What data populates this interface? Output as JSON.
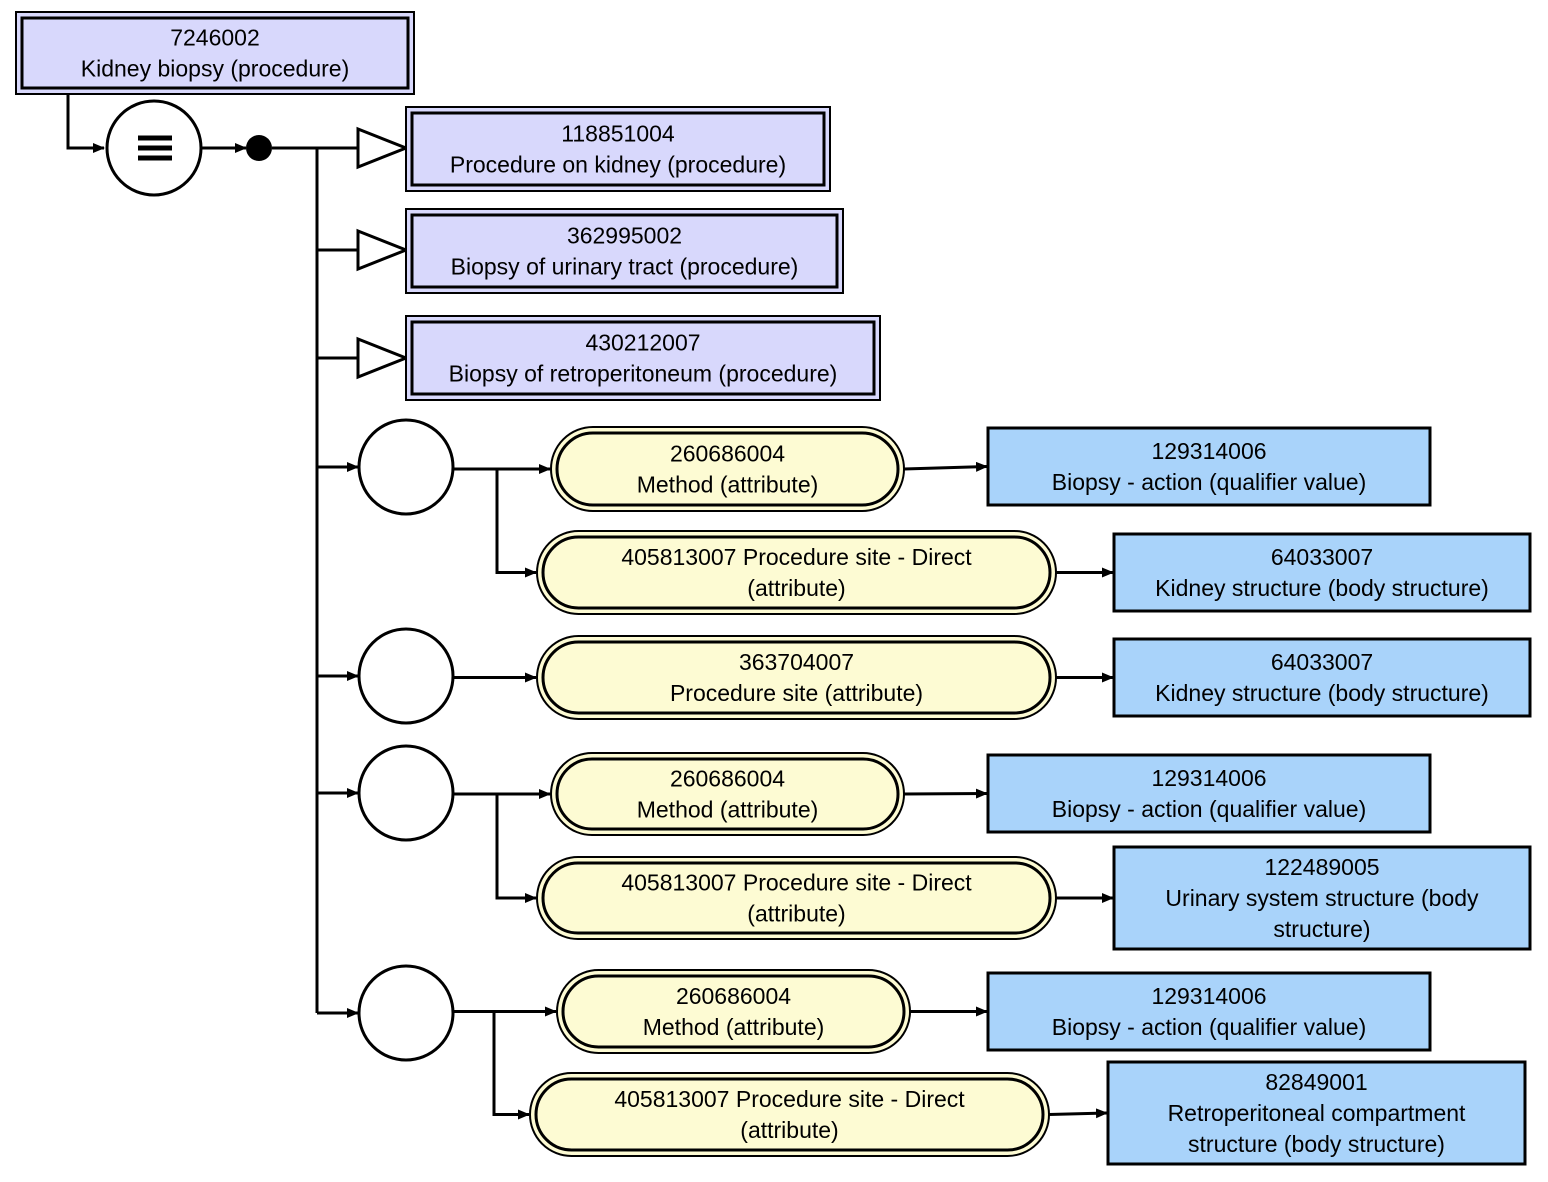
{
  "colors": {
    "defined_concept": "#d8d8fc",
    "attribute": "#fdfbd3",
    "value_concept": "#a9d3fa",
    "stroke": "#000000"
  },
  "focus": {
    "id": "7246002",
    "label": "Kidney biopsy (procedure)"
  },
  "definition_status_icon": "equivalent-symbol",
  "parents": [
    {
      "id": "118851004",
      "label": "Procedure on kidney (procedure)"
    },
    {
      "id": "362995002",
      "label": "Biopsy of urinary tract (procedure)"
    },
    {
      "id": "430212007",
      "label": "Biopsy of retroperitoneum (procedure)"
    }
  ],
  "role_groups": [
    {
      "relationships": [
        {
          "attribute": [
            "260686004",
            "Method (attribute)"
          ],
          "value": [
            "129314006",
            "Biopsy - action (qualifier value)"
          ]
        },
        {
          "attribute": [
            "405813007 Procedure site - Direct",
            "(attribute)"
          ],
          "value": [
            "64033007",
            "Kidney structure (body structure)"
          ]
        }
      ]
    },
    {
      "relationships": [
        {
          "attribute": [
            "363704007",
            "Procedure site (attribute)"
          ],
          "value": [
            "64033007",
            "Kidney structure (body structure)"
          ]
        }
      ]
    },
    {
      "relationships": [
        {
          "attribute": [
            "260686004",
            "Method (attribute)"
          ],
          "value": [
            "129314006",
            "Biopsy - action (qualifier value)"
          ]
        },
        {
          "attribute": [
            "405813007 Procedure site - Direct",
            "(attribute)"
          ],
          "value": [
            "122489005",
            "Urinary system structure (body",
            "structure)"
          ]
        }
      ]
    },
    {
      "relationships": [
        {
          "attribute": [
            "260686004",
            "Method (attribute)"
          ],
          "value": [
            "129314006",
            "Biopsy - action (qualifier value)"
          ]
        },
        {
          "attribute": [
            "405813007 Procedure site - Direct",
            "(attribute)"
          ],
          "value": [
            "82849001",
            "Retroperitoneal compartment",
            "structure (body structure)"
          ]
        }
      ]
    }
  ]
}
